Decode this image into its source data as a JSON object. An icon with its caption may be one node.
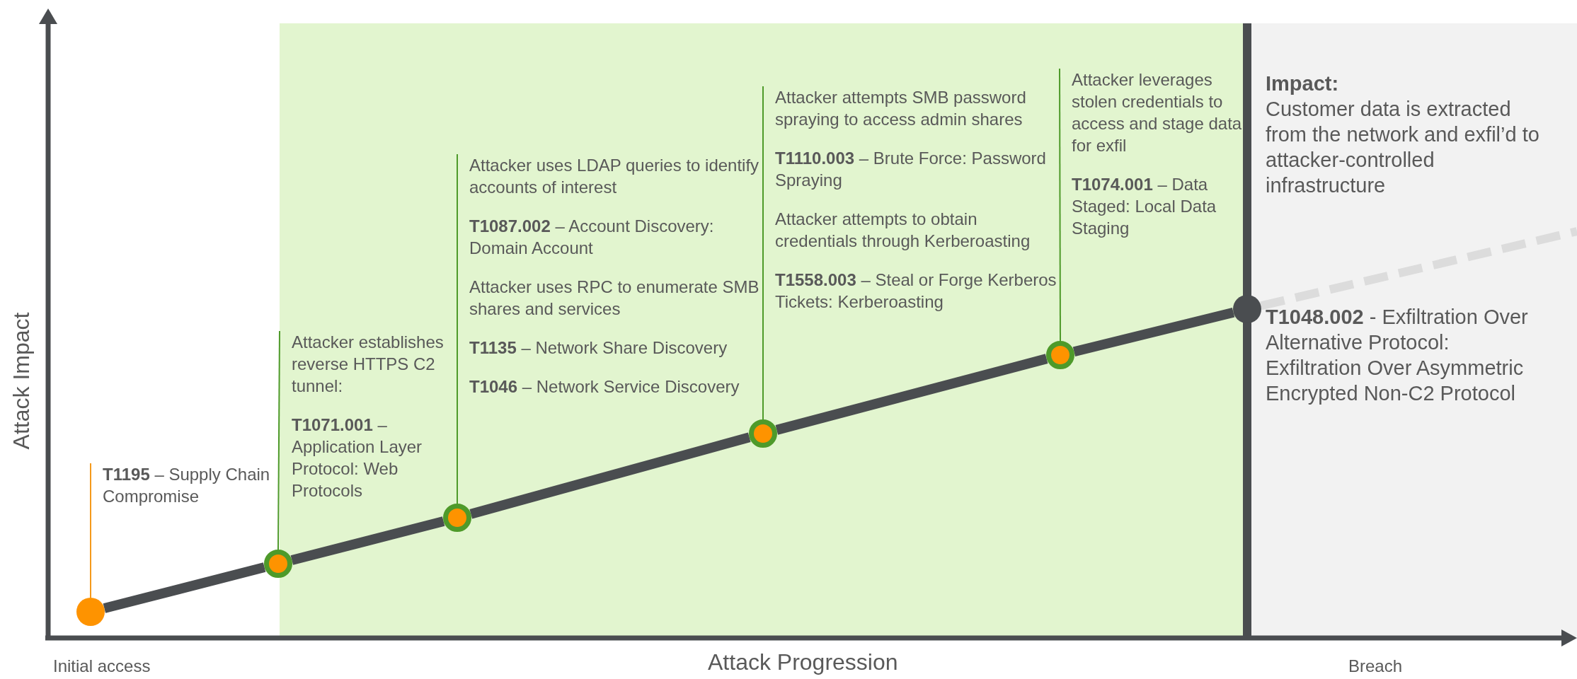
{
  "diagram": {
    "nodes": [
      {
        "text": [],
        "shape": "circle"
      },
      {
        "text": [
          "**T1195** – Supply Chain Compromise"
        ]
      },
      {
        "text": [],
        "shape": "circle"
      },
      {
        "text": [
          "Attacker establishes reverse HTTPS C2 tunnel:",
          "**T1071.001** – Application Layer Protocol: Web Protocols"
        ]
      },
      {
        "text": [],
        "shape": "circle"
      },
      {
        "text": [
          "Attacker uses LDAP queries to identify accounts of interest",
          "**T1087.002** – Account Discovery: Domain Account",
          "Attacker uses RPC to enumerate SMB shares and services",
          "**T1135** – Network Share Discovery",
          "**T1046** – Network Service Discovery"
        ]
      },
      {
        "text": [],
        "shape": "circle"
      },
      {
        "text": [
          "Attacker attempts SMB password spraying to access admin shares",
          "**T1110.003** – Brute Force: Password Spraying",
          "Attacker attempts to obtain credentials through Kerberoasting",
          "**T1558.003** – Steal or Forge Kerberos Tickets: Kerberoasting"
        ]
      },
      {
        "text": [],
        "shape": "circle"
      },
      {
        "text": [
          "Attacker leverages stolen credentials to access and stage data for exfil",
          "**T1074.001** – Data Staged: Local Data Staging"
        ]
      },
      {
        "text": [],
        "shape": "circle"
      },
      {
        "text": [
          "Impact:",
          "Customer data is extracted from the network and exfil’d to attacker-controlled infrastructure",
          "**T1048.002** - Exfiltration Over Alternative Protocol: Exfiltration Over Asymmetric Encrypted Non-C2 Protocol"
        ]
      }
    ],
    "edges": [
      {
        "from": 0,
        "to": 2,
        "arrow": "none"
      },
      {
        "from": 2,
        "to": 4,
        "arrow": "none"
      },
      {
        "from": 4,
        "to": 6,
        "arrow": "none"
      },
      {
        "from": 6,
        "to": 8,
        "arrow": "none"
      },
      {
        "from": 8,
        "to": 10,
        "arrow": "none"
      },
      {
        "from": 10,
        "to": null,
        "arrow": "none",
        "style": "dashed",
        "color": "#dcdcdc"
      },
      {
        "from": 1,
        "to": 0,
        "arrow": "none",
        "color": "#f59a1b"
      },
      {
        "from": 3,
        "to": 2,
        "arrow": "none",
        "color": "#4e9a2a"
      },
      {
        "from": 5,
        "to": 4,
        "arrow": "none",
        "color": "#4e9a2a"
      },
      {
        "from": 7,
        "to": 6,
        "arrow": "none",
        "color": "#4e9a2a"
      },
      {
        "from": 9,
        "to": 8,
        "arrow": "none",
        "color": "#4e9a2a"
      }
    ],
    "labels": [
      "Attack Impact",
      "Initial access",
      "Attack Progression",
      "Breach"
    ]
  }
}
